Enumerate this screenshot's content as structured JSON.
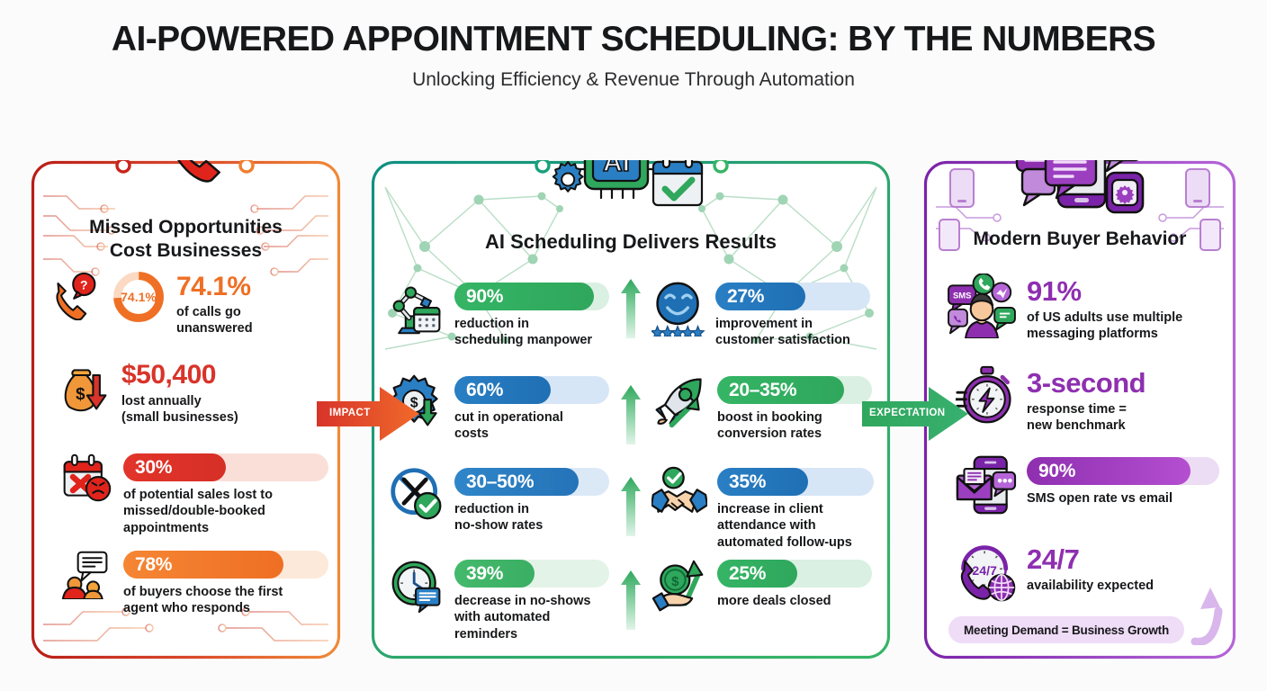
{
  "header": {
    "title": "AI-POWERED APPOINTMENT SCHEDULING: BY THE NUMBERS",
    "subtitle": "Unlocking Efficiency & Revenue Through Automation"
  },
  "connectors": {
    "impact": {
      "label": "IMPACT",
      "color": "#e0402c"
    },
    "expectation": {
      "label": "EXPECTATION",
      "color": "#30a862"
    }
  },
  "panels": {
    "left": {
      "title_line1": "Missed Opportunities",
      "title_line2": "Cost Businesses",
      "accent": "#c8241b",
      "accent2": "#ef7f2f",
      "header_icon": "missed-call-phone-icon",
      "stats": [
        {
          "icon": "phone-question-icon",
          "kind": "donut",
          "donut_value": 74.1,
          "donut_label": "74.1%",
          "value": "74.1%",
          "value_color": "#ef6f24",
          "caption_lines": [
            "of calls go",
            "unanswered"
          ]
        },
        {
          "icon": "money-bag-down-arrow-icon",
          "kind": "bignum",
          "value": "$50,400",
          "value_color": "#d8342a",
          "caption_lines": [
            "lost annually",
            "(small businesses)"
          ]
        },
        {
          "icon": "calendar-x-sad-face-icon",
          "kind": "bar",
          "value": "30%",
          "bar_style": "red",
          "bar_fill_pct": 50,
          "caption_lines": [
            "of potential sales lost to",
            "missed/double-booked",
            "appointments"
          ]
        },
        {
          "icon": "buyer-chat-bubble-icon",
          "kind": "bar",
          "value": "78%",
          "bar_style": "orange",
          "bar_fill_pct": 78,
          "caption_lines": [
            "of buyers choose the first",
            "agent who responds"
          ]
        }
      ]
    },
    "center": {
      "title": "AI Scheduling Delivers Results",
      "accent": "#21a179",
      "header_icon": "ai-chip-gears-calendar-icon",
      "stats_left": [
        {
          "icon": "robot-arm-calendar-icon",
          "value": "90%",
          "bar_style": "green",
          "bar_fill_pct": 90,
          "caption_lines": [
            "reduction in",
            "scheduling manpower"
          ]
        },
        {
          "icon": "gear-dollar-down-icon",
          "value": "60%",
          "bar_style": "blue",
          "bar_fill_pct": 62,
          "caption_lines": [
            "cut in operational",
            "costs"
          ]
        },
        {
          "icon": "no-show-check-icon",
          "value": "30–50%",
          "bar_style": "bluepale",
          "bar_fill_pct": 80,
          "caption_lines": [
            "reduction in",
            "no-show rates"
          ]
        },
        {
          "icon": "clock-reminder-icon",
          "value": "39%",
          "bar_style": "greenpale",
          "bar_fill_pct": 52,
          "caption_lines": [
            "decrease in no-shows",
            "with automated",
            "reminders"
          ]
        }
      ],
      "stats_right": [
        {
          "icon": "smiley-stars-icon",
          "value": "27%",
          "bar_style": "blue",
          "bar_fill_pct": 58,
          "caption_lines": [
            "improvement in",
            "customer satisfaction"
          ]
        },
        {
          "icon": "rocket-growth-icon",
          "value": "20–35%",
          "bar_style": "green",
          "bar_fill_pct": 82,
          "caption_lines": [
            "boost in booking",
            "conversion rates"
          ]
        },
        {
          "icon": "handshake-check-icon",
          "value": "35%",
          "bar_style": "blue",
          "bar_fill_pct": 58,
          "caption_lines": [
            "increase in client",
            "attendance with",
            "automated follow-ups"
          ]
        },
        {
          "icon": "hand-money-up-arrow-icon",
          "value": "25%",
          "bar_style": "green",
          "bar_fill_pct": 52,
          "caption_lines": [
            "more deals closed"
          ]
        }
      ]
    },
    "right": {
      "title": "Modern Buyer Behavior",
      "accent": "#8e2fb0",
      "header_icon": "messaging-devices-icon",
      "banner": "Meeting Demand = Business Growth",
      "stats": [
        {
          "icon": "multi-messaging-person-icon",
          "kind": "bignum",
          "value": "91%",
          "value_color": "#8e2fb0",
          "caption_lines": [
            "of US adults use multiple",
            "messaging platforms"
          ]
        },
        {
          "icon": "stopwatch-bolt-icon",
          "kind": "bignum",
          "value": "3-second",
          "value_color": "#8e2fb0",
          "caption_lines": [
            "response time =",
            "new benchmark"
          ]
        },
        {
          "icon": "sms-email-phone-icon",
          "kind": "bar",
          "value": "90%",
          "bar_style": "purple",
          "bar_fill_pct": 85,
          "caption_lines": [
            "SMS open rate vs email"
          ]
        },
        {
          "icon": "24-7-support-globe-icon",
          "kind": "bignum",
          "value": "24/7",
          "value_color": "#8e2fb0",
          "caption_lines": [
            "availability expected"
          ]
        }
      ]
    }
  },
  "chart_data": {
    "type": "bar",
    "title": "AI-POWERED APPOINTMENT SCHEDULING: BY THE NUMBERS",
    "subtitle": "Unlocking Efficiency & Revenue Through Automation",
    "groups": [
      {
        "name": "Missed Opportunities Cost Businesses",
        "color": "#e2342a",
        "categories": [
          "of calls go unanswered",
          "lost annually (small businesses)",
          "of potential sales lost to missed/double-booked appointments",
          "of buyers choose the first agent who responds"
        ],
        "values": [
          74.1,
          50400,
          30,
          78
        ],
        "labels": [
          "74.1%",
          "$50,400",
          "30%",
          "78%"
        ]
      },
      {
        "name": "AI Scheduling Delivers Results",
        "color": "#2fa75c",
        "categories": [
          "reduction in scheduling manpower",
          "improvement in customer satisfaction",
          "cut in operational costs",
          "boost in booking conversion rates",
          "reduction in no-show rates",
          "increase in client attendance with automated follow-ups",
          "decrease in no-shows with automated reminders",
          "more deals closed"
        ],
        "values": [
          90,
          27,
          60,
          27.5,
          40,
          35,
          39,
          25
        ],
        "labels": [
          "90%",
          "27%",
          "60%",
          "20–35%",
          "30–50%",
          "35%",
          "39%",
          "25%"
        ]
      },
      {
        "name": "Modern Buyer Behavior",
        "color": "#8e2fb0",
        "categories": [
          "of US adults use multiple messaging platforms",
          "response time = new benchmark",
          "SMS open rate vs email",
          "availability expected"
        ],
        "values": [
          91,
          3,
          90,
          24
        ],
        "labels": [
          "91%",
          "3-second",
          "90%",
          "24/7"
        ]
      }
    ],
    "annotations": [
      "IMPACT",
      "EXPECTATION",
      "Meeting Demand = Business Growth"
    ],
    "xlabel": "",
    "ylabel": "",
    "legend": "none",
    "grid": false
  }
}
